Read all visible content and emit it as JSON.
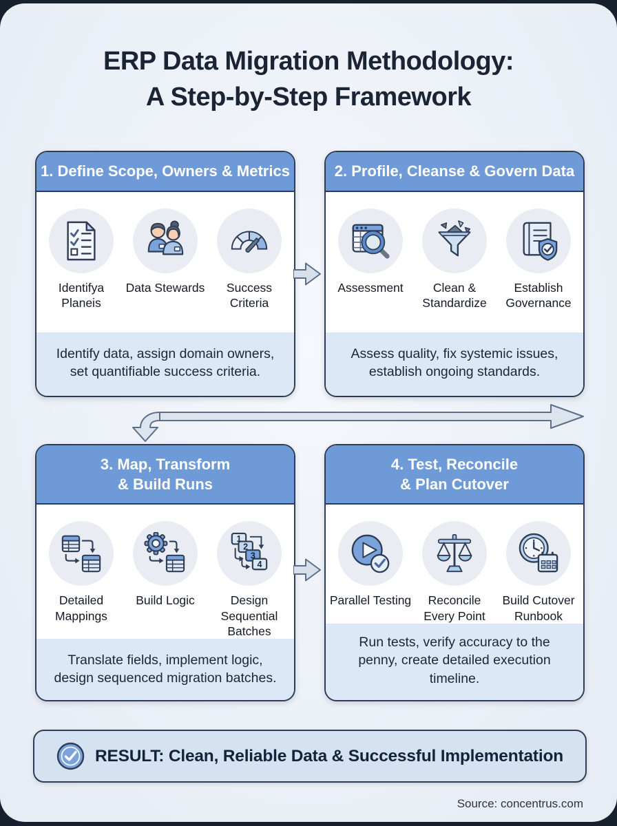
{
  "page": {
    "title_line1": "ERP Data Migration Methodology:",
    "title_line2": "A Step-by-Step Framework",
    "source": "Source: concentrus.com"
  },
  "colors": {
    "header_blue": "#6f9ad8",
    "footer_blue": "#dce8f5",
    "border_navy": "#2e3d55",
    "panel_bg": "#ebf0f7",
    "accent_blue": "#7aa3dc",
    "banner_bg": "#d5e2f1"
  },
  "cards": [
    {
      "title_line1": "1. Define Scope, Owners & Metrics",
      "title_line2": "",
      "items": [
        {
          "icon": "checklist-document-icon",
          "label": "Identifya Planeis"
        },
        {
          "icon": "data-stewards-icon",
          "label": "Data Stewards"
        },
        {
          "icon": "gauge-icon",
          "label": "Success Criteria"
        }
      ],
      "description": "Identify data, assign domain owners, set quantifiable success criteria."
    },
    {
      "title_line1": "2. Profile, Cleanse & Govern Data",
      "title_line2": "",
      "items": [
        {
          "icon": "data-search-icon",
          "label": "Assessment"
        },
        {
          "icon": "funnel-icon",
          "label": "Clean & Standardize"
        },
        {
          "icon": "governance-book-shield-icon",
          "label": "Establish Governance"
        }
      ],
      "description": "Assess quality, fix systemic issues, establish ongoing standards."
    },
    {
      "title_line1": "3. Map, Transform",
      "title_line2": "& Build Runs",
      "items": [
        {
          "icon": "table-mapping-icon",
          "label": "Detailed Mappings"
        },
        {
          "icon": "gear-table-icon",
          "label": "Build Logic"
        },
        {
          "icon": "sequential-batches-icon",
          "label": "Design Sequential Batches"
        }
      ],
      "description": "Translate fields, implement logic, design sequenced migration batches."
    },
    {
      "title_line1": "4. Test, Reconcile",
      "title_line2": "& Plan Cutover",
      "items": [
        {
          "icon": "play-check-icon",
          "label": "Parallel Testing"
        },
        {
          "icon": "balance-scale-icon",
          "label": "Reconcile Every Point"
        },
        {
          "icon": "clock-calendar-icon",
          "label": "Build Cutover Runbook"
        }
      ],
      "description": "Run tests, verify accuracy to the penny, create detailed execution timeline."
    }
  ],
  "batch_numbers": [
    "1",
    "2",
    "3",
    "4"
  ],
  "result": {
    "icon": "check-circle-icon",
    "label": "RESULT: Clean, Reliable Data & Successful Implementation"
  }
}
